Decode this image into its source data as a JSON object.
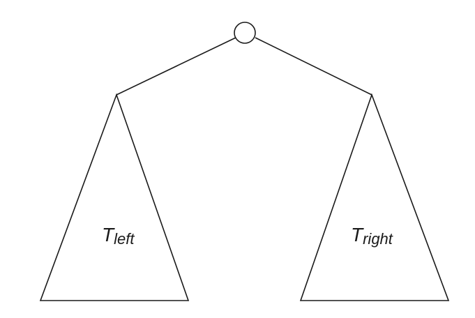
{
  "tree": {
    "left_subtree": {
      "symbol": "T",
      "subscript": "left"
    },
    "right_subtree": {
      "symbol": "T",
      "subscript": "right"
    },
    "colors": {
      "stroke": "#1a1a1a",
      "background": "#ffffff"
    }
  }
}
